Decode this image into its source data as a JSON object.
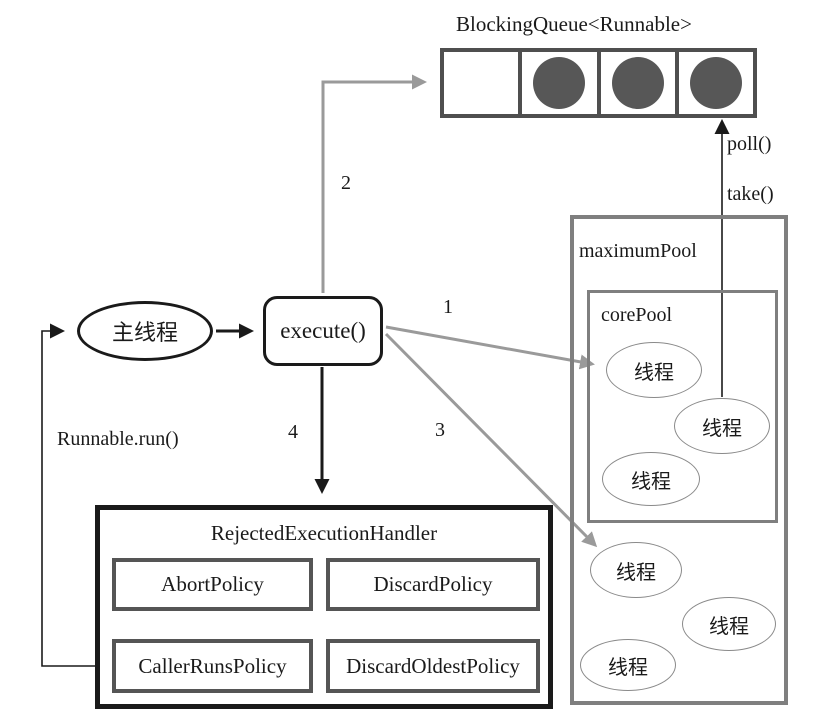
{
  "diagram": {
    "queue": {
      "title": "BlockingQueue<Runnable>",
      "capacity_shown": 4,
      "filled_slots": 3,
      "empty_slots": 1
    },
    "nodes": {
      "main_thread": "主线程",
      "execute": "execute()",
      "maximum_pool": "maximumPool",
      "core_pool": "corePool",
      "thread": "线程"
    },
    "handler": {
      "title": "RejectedExecutionHandler",
      "policies": [
        "AbortPolicy",
        "DiscardPolicy",
        "CallerRunsPolicy",
        "DiscardOldestPolicy"
      ]
    },
    "labels": {
      "step1": "1",
      "step2": "2",
      "step3": "3",
      "step4": "4",
      "poll": "poll()",
      "take": "take()",
      "runnable_run": "Runnable.run()"
    },
    "colors": {
      "ink": "#1a1a1a",
      "arrow-gray": "#9a9a9a",
      "queue-border": "#4f4f4f",
      "pool-border": "#7f7f7f",
      "policy-border": "#555555",
      "task-fill": "#575757",
      "ellipse-stroke": "#8a8a8a"
    }
  }
}
